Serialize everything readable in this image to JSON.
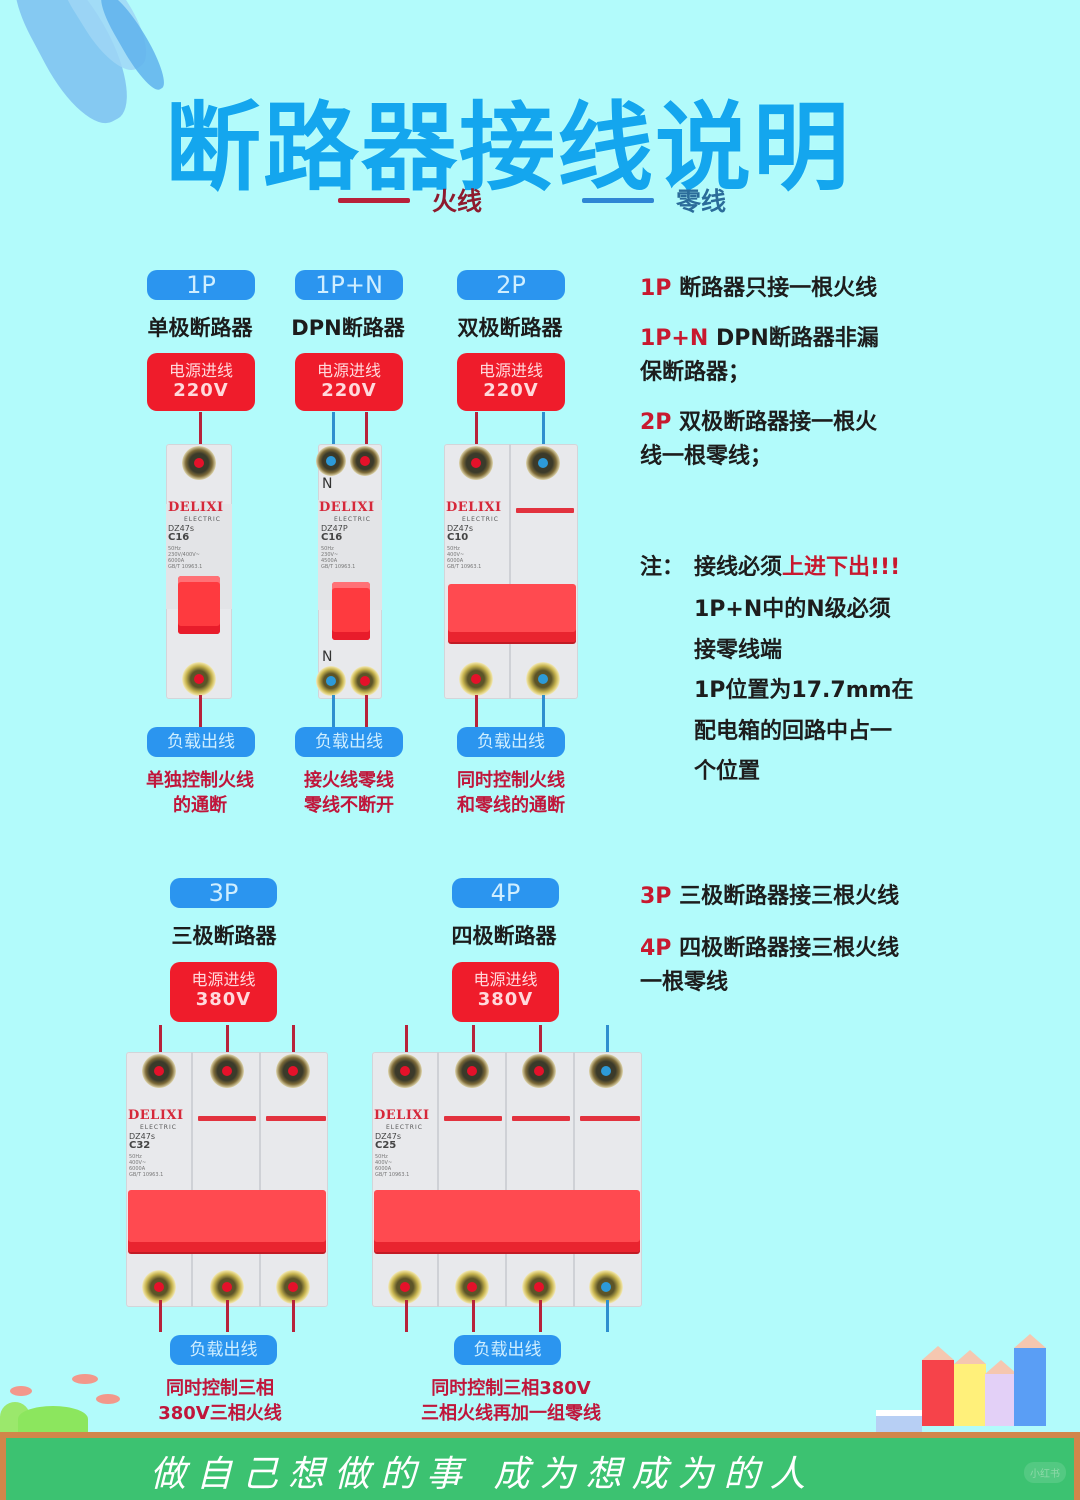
{
  "title": "断路器接线说明",
  "legend": [
    {
      "label": "火线",
      "color": "#b7223a"
    },
    {
      "label": "零线",
      "color": "#2f86d4"
    }
  ],
  "colors": {
    "background": "#b2fbfb",
    "title": "#14a6ee",
    "pill": "#2b95ef",
    "supply_box": "#ef1c2b",
    "caption": "#c0163b",
    "highlight": "#c8192f",
    "live_wire": "#b7223a",
    "neutral_wire": "#2e8fcf",
    "chalkboard": "#3cc271"
  },
  "breakers": [
    {
      "type": "1P",
      "name": "单极断路器",
      "supply_label": "电源进线",
      "supply_voltage": "220V",
      "brand": "DELIXI",
      "brand_sub": "ELECTRIC",
      "model": "DZ47s",
      "rating": "C16",
      "load_label": "负载出线",
      "caption_lines": [
        "单独控制火线",
        "的通断"
      ],
      "wires": [
        "live"
      ]
    },
    {
      "type": "1P+N",
      "name": "DPN断路器",
      "supply_label": "电源进线",
      "supply_voltage": "220V",
      "brand": "DELIXI",
      "brand_sub": "ELECTRIC",
      "model": "DZ47P",
      "rating": "C16",
      "neutral_mark": "N",
      "load_label": "负载出线",
      "caption_lines": [
        "接火线零线",
        "零线不断开"
      ],
      "wires": [
        "neutral",
        "live"
      ]
    },
    {
      "type": "2P",
      "name": "双极断路器",
      "supply_label": "电源进线",
      "supply_voltage": "220V",
      "brand": "DELIXI",
      "brand_sub": "ELECTRIC",
      "model": "DZ47s",
      "rating": "C10",
      "load_label": "负载出线",
      "caption_lines": [
        "同时控制火线",
        "和零线的通断"
      ],
      "wires": [
        "live",
        "neutral"
      ]
    },
    {
      "type": "3P",
      "name": "三极断路器",
      "supply_label": "电源进线",
      "supply_voltage": "380V",
      "brand": "DELIXI",
      "brand_sub": "ELECTRIC",
      "model": "DZ47s",
      "rating": "C32",
      "load_label": "负载出线",
      "caption_lines": [
        "同时控制三相",
        "380V三相火线"
      ],
      "wires": [
        "live",
        "live",
        "live"
      ]
    },
    {
      "type": "4P",
      "name": "四极断路器",
      "supply_label": "电源进线",
      "supply_voltage": "380V",
      "brand": "DELIXI",
      "brand_sub": "ELECTRIC",
      "model": "DZ47s",
      "rating": "C25",
      "load_label": "负载出线",
      "caption_lines": [
        "同时控制三相380V",
        "三相火线再加一组零线"
      ],
      "wires": [
        "live",
        "live",
        "live",
        "neutral"
      ]
    }
  ],
  "descriptions_top": [
    {
      "key": "1P",
      "text": "断路器只接一根火线"
    },
    {
      "key": "1P+N",
      "text": "DPN断路器非漏",
      "cont": "保断路器；"
    },
    {
      "key": "2P",
      "text": "双极断路器接一根火",
      "cont": "线一根零线；"
    }
  ],
  "note": {
    "label": "注：",
    "line1_prefix": "接线必须",
    "line1_highlight": "上进下出!!!",
    "lines": [
      "1P+N中的N级必须",
      "接零线端",
      "1P位置为17.7mm在",
      "配电箱的回路中占一",
      "个位置"
    ]
  },
  "descriptions_bottom": [
    {
      "key": "3P",
      "text": "三极断路器接三根火线"
    },
    {
      "key": "4P",
      "text": "四极断路器接三根火线",
      "cont": "一根零线"
    }
  ],
  "footer": {
    "slogan": "做自己想做的事 成为想成为的人",
    "watermark": "小红书"
  }
}
